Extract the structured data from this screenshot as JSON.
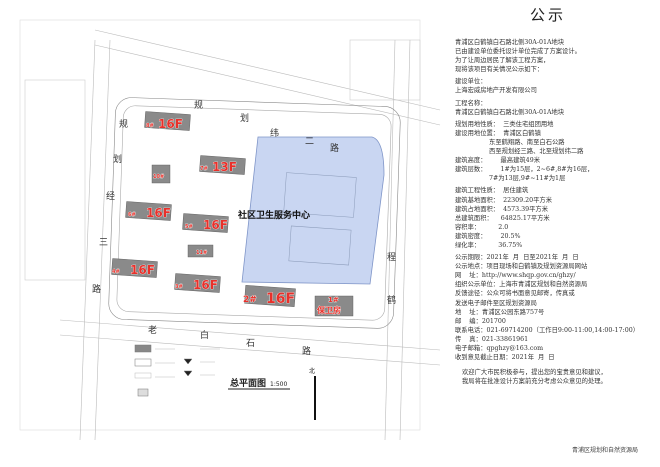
{
  "header": {
    "title": "公示"
  },
  "site_plan": {
    "center_label": "社区卫生服务中心",
    "roads": {
      "top": [
        "规",
        "划",
        "纬",
        "二",
        "路"
      ],
      "left": [
        "规",
        "划",
        "经",
        "三",
        "路"
      ],
      "bottom": [
        "老",
        "白",
        "石",
        "路"
      ],
      "right": [
        "程",
        "鹤"
      ]
    },
    "buildings": [
      {
        "no": "8#",
        "floors": "16F"
      },
      {
        "no": "7#",
        "floors": "13F"
      },
      {
        "no": "10#",
        "floors": ""
      },
      {
        "no": "6#",
        "floors": "16F"
      },
      {
        "no": "5#",
        "floors": "16F"
      },
      {
        "no": "11#",
        "floors": ""
      },
      {
        "no": "4#",
        "floors": "16F"
      },
      {
        "no": "3#",
        "floors": "16F"
      },
      {
        "no": "2#",
        "floors": "16F"
      },
      {
        "no": "1#",
        "floors": "保卫房"
      }
    ],
    "plan_title": "总平面图",
    "scale": "1:500",
    "north": "北",
    "colors": {
      "health_center": "#c9d6f2",
      "building": "#8a8a8a",
      "label": "#e8302a"
    }
  },
  "notice": {
    "lines": [
      "青浦区白鹤镇白石路北侧30A-01A地块",
      "已由建设单位委托设计单位完成了方案设计。",
      "为了让周边居民了解该工程方案，",
      "现将该项目有关情况公示如下：",
      "建设单位：",
      "上海宏威房地产开发有限公司",
      "工程名称：",
      "青浦区白鹤镇白石路北侧30A-01A地块",
      "规划用地性质：  三类住宅组团用地",
      "建设用地位置：  青浦区白鹤镇",
      "                 东至鹤翔路、南至白石公路",
      "                 西至规划经三路、北至规划纬二路",
      "建筑高度：       最高建筑49米",
      "建筑层数：       1#为15层，2~6#,8#为16层，",
      "                 7#为13层,9#~11#为1层",
      "建筑工程性质：  居住建筑",
      "建筑基地面积：  22309.20平方米",
      "建筑占地面积：  4573.39平方米",
      "总建筑面积：    64825.17平方米",
      "容积率：         2.0",
      "建筑密度：       20.5%",
      "绿化率：         36.75%",
      "公示期限：2021年  月  日至2021年  月  日",
      "公示地点：项目现场和白鹤镇及规划资源局网站",
      "网    址：http://www.shqp.gov.cn/ghzy/",
      "组织公示单位：上海市青浦区规划和自然资源局",
      "反馈途径：公众可将书面意见邮寄，传真或",
      "发送电子邮件至区规划资源局",
      "地    址：青浦区公园东路757号",
      "邮    编：201700",
      "联系电话：021-69714200（工作日9:00-11:00,14:00-17:00）",
      "传    真：021-33861961",
      "电子邮箱：qpghzy@163.com",
      "收到意见截止日期：2021年  月  日"
    ],
    "closing": [
      "欢迎广大市民积极参与，提出您的宝贵意见和建议，",
      "我局将在批准设计方案前充分考虑公众意见的处理。"
    ],
    "signature": "青浦区规划和自然资源局"
  }
}
